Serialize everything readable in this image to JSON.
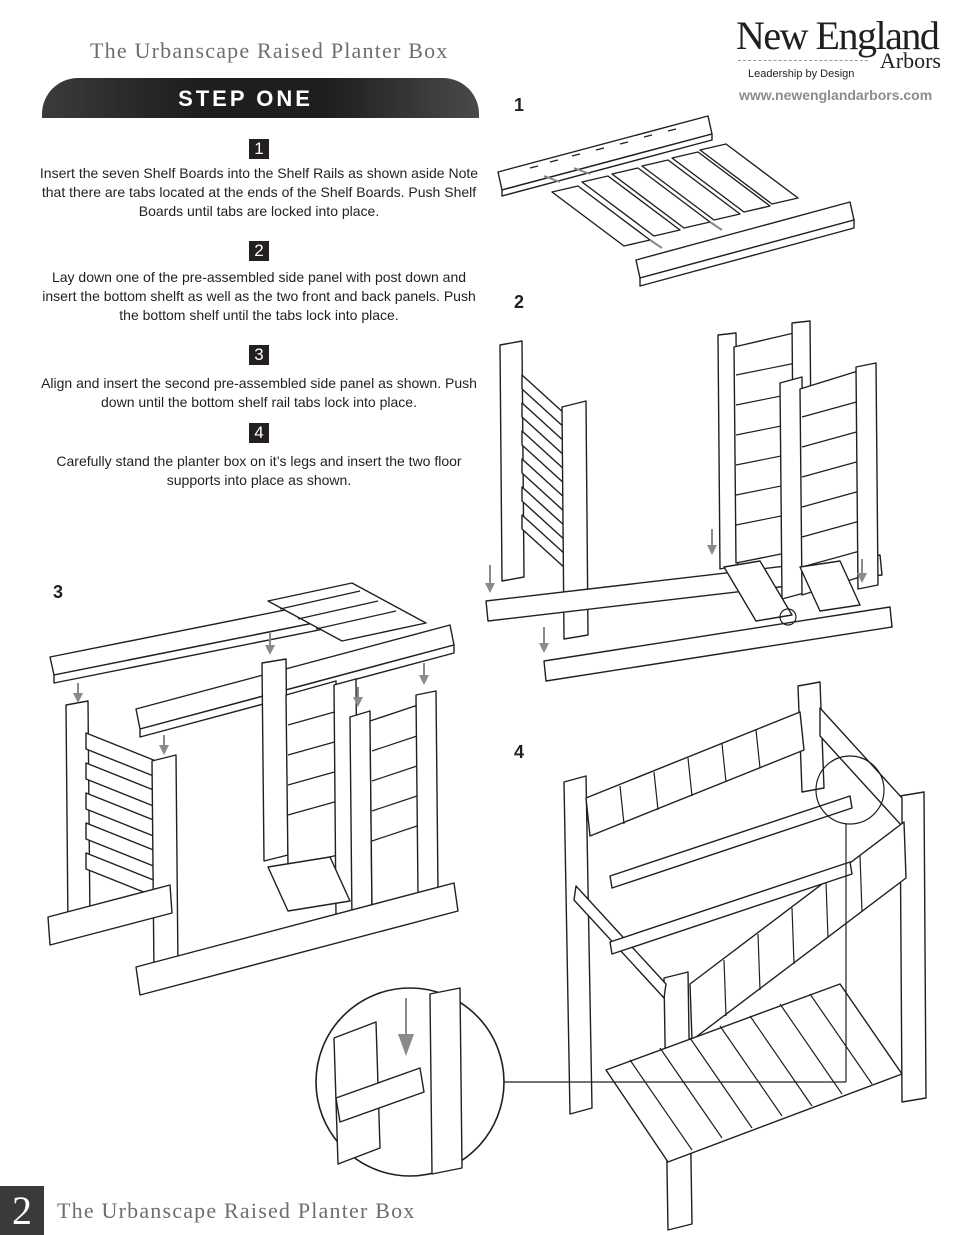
{
  "header": {
    "title": "The Urbanscape Raised Planter Box",
    "banner": "STEP ONE"
  },
  "logo": {
    "name": "New England",
    "sub": "Arbors",
    "tagline": "Leadership by Design",
    "url": "www.newenglandarbors.com"
  },
  "steps": [
    {
      "number": "1",
      "text": "Insert the seven Shelf Boards into the Shelf Rails as shown aside Note that there are tabs located at the ends of the Shelf Boards. Push Shelf Boards until tabs are locked into place."
    },
    {
      "number": "2",
      "text": "Lay down one of the pre-assembled side panel with post down and insert the bottom shelft as well as the two front and back panels. Push the bottom shelf until the tabs lock into place."
    },
    {
      "number": "3",
      "text": "Align and insert the second pre-assembled side panel as shown. Push down until the bottom shelf rail tabs lock into place."
    },
    {
      "number": "4",
      "text": "Carefully stand the planter box on it’s legs and insert the two floor supports into place as shown."
    }
  ],
  "figures": {
    "fig1": "1",
    "fig2": "2",
    "fig3": "3",
    "fig4": "4"
  },
  "footer": {
    "page_number": "2",
    "title": "The Urbanscape Raised Planter Box"
  }
}
